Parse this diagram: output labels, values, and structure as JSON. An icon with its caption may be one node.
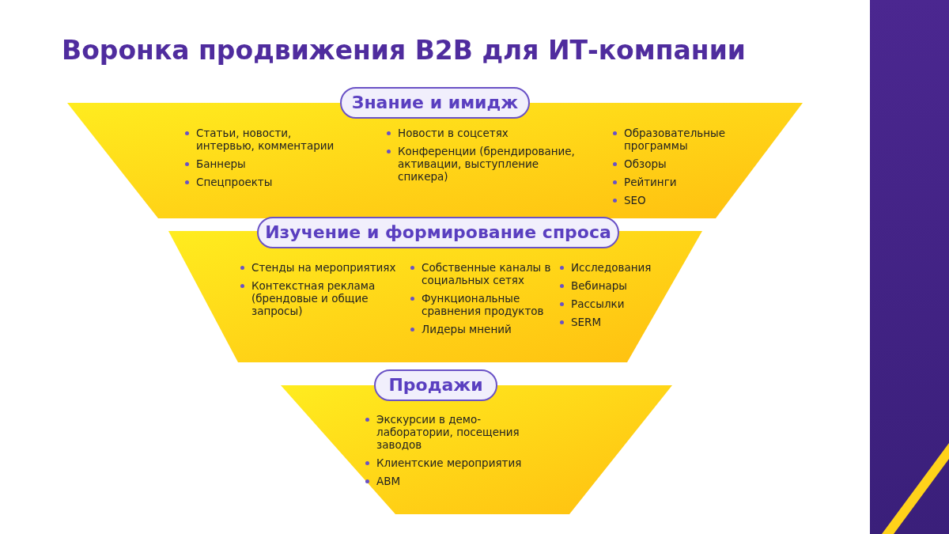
{
  "diagram": {
    "title": "Воронка продвижения B2B для ИТ-компании",
    "nodes": [
      {
        "text": [
          "Знание и имидж",
          "Статьи, новости, интервью, комментарии",
          "Баннеры",
          "Спецпроекты",
          "Новости в соцсетях",
          "Конференции (брендирование, активации, выступление спикера)",
          "Образовательные программы",
          "Обзоры",
          "Рейтинги",
          "SEO"
        ]
      },
      {
        "text": [
          "Изучение и формирование спроса",
          "Стенды на мероприятиях",
          "Контекстная реклама (брендовые и общие запросы)",
          "Собственные каналы в социальных сетях",
          "Функциональные сравнения продуктов",
          "Лидеры мнений",
          "Исследования",
          "Вебинары",
          "Рассылки",
          "SERM"
        ]
      },
      {
        "text": [
          "Продажи",
          "Экскурсии в демо-лаборатории, посещения заводов",
          "Клиентские мероприятия",
          "ABM"
        ]
      }
    ]
  }
}
